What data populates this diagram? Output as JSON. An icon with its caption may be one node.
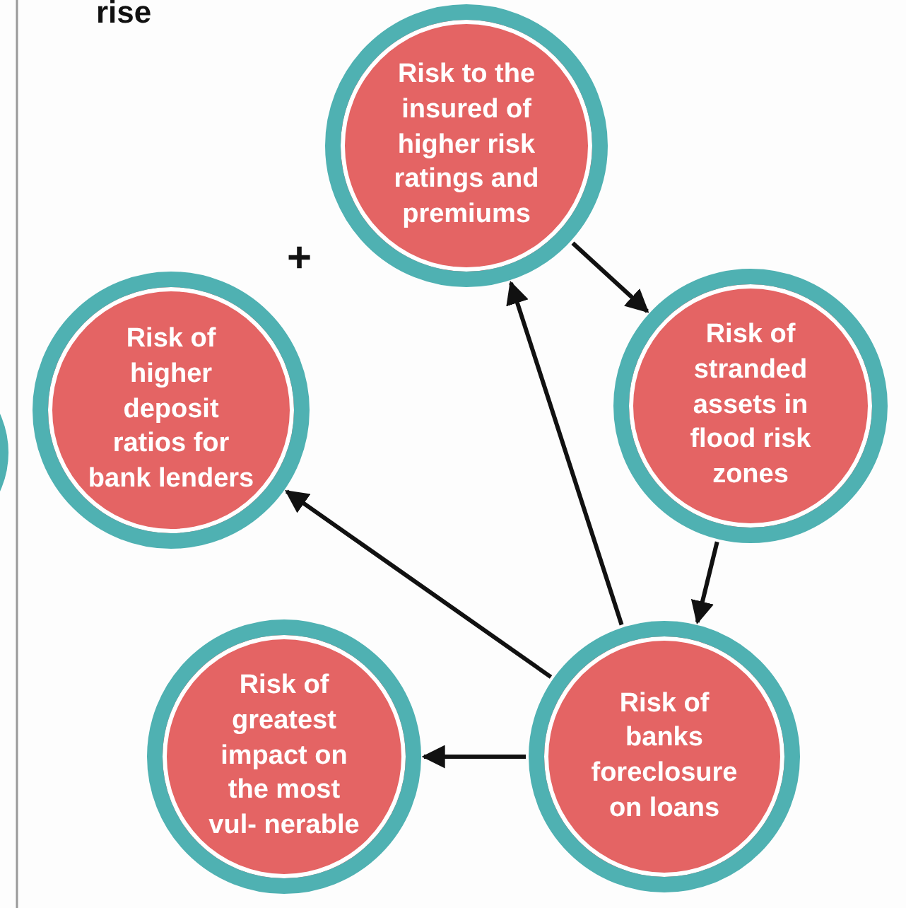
{
  "diagram": {
    "nodes": [
      {
        "text": [
          "Risk to the insured of higher risk ratings and premiums"
        ]
      },
      {
        "text": [
          "Risk of higher deposit ratios for bank lenders"
        ]
      },
      {
        "text": [
          "Risk of stranded assets in flood risk zones"
        ]
      },
      {
        "text": [
          "Risk of greatest impact on the most vul- nerable"
        ]
      },
      {
        "text": [
          "Risk of banks foreclosure on loans"
        ]
      },
      {
        "text": [],
        "shape": "circle"
      }
    ],
    "edges": [
      {
        "from": 0,
        "to": 2,
        "arrow": "to"
      },
      {
        "from": 2,
        "to": 4,
        "arrow": "to"
      },
      {
        "from": 4,
        "to": 0,
        "arrow": "to"
      },
      {
        "from": 4,
        "to": 1,
        "arrow": "to"
      },
      {
        "from": 4,
        "to": 3,
        "arrow": "to"
      }
    ],
    "labels": [
      "rise",
      "+"
    ]
  }
}
